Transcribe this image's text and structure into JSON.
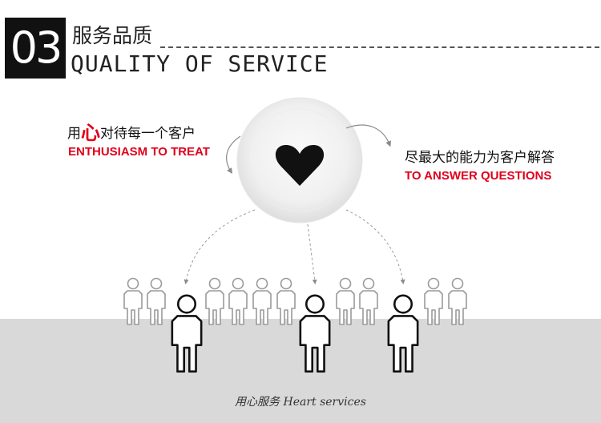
{
  "header": {
    "number": "03",
    "title_cn": "服务品质",
    "title_en": "QUALITY OF SERVICE"
  },
  "captions": {
    "left_cn_before": "用",
    "left_cn_highlight": "心",
    "left_cn_after": "对待每一个客户",
    "left_en": "ENTHUSIASM TO TREAT",
    "right_cn": "尽最大的能力为客户解答",
    "right_en": "TO ANSWER QUESTIONS"
  },
  "footer": {
    "text": "用心服务 Heart services"
  },
  "colors": {
    "accent_red": "#e0001b",
    "heart": "#111111",
    "floor": "#d9d9d9"
  },
  "icons": [
    "heart-icon",
    "person-icon"
  ]
}
